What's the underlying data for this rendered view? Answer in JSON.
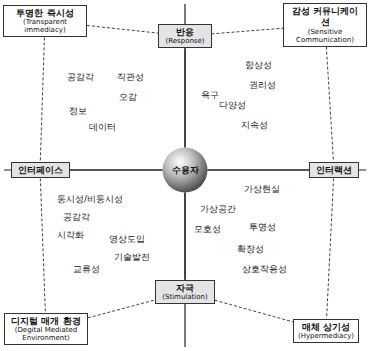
{
  "diagram": {
    "nodes": [
      {
        "text": [
          "투명한 즉시성",
          "(Transparent immediacy)"
        ]
      },
      {
        "text": [
          "반응",
          "(Response)"
        ]
      },
      {
        "text": [
          "감성 커뮤니케이션",
          "(Sensitive Communication)"
        ]
      },
      {
        "text": [
          "인터페이스"
        ]
      },
      {
        "text": [
          "수용자"
        ]
      },
      {
        "text": [
          "인터랙션"
        ]
      },
      {
        "text": [
          "자극",
          "(Stimulation)"
        ]
      },
      {
        "text": [
          "디지털 매개 환경",
          "(Degital Mediated Environment)"
        ]
      },
      {
        "text": [
          "매체 상기성",
          "(Hypermediacy)"
        ]
      }
    ],
    "edges": [
      {
        "from": 1,
        "to": 4,
        "arrow": "none"
      },
      {
        "from": 3,
        "to": 4,
        "arrow": "none"
      },
      {
        "from": 4,
        "to": 5,
        "arrow": "none"
      },
      {
        "from": 4,
        "to": 6,
        "arrow": "none"
      },
      {
        "from": 0,
        "to": 1,
        "arrow": "none"
      },
      {
        "from": 1,
        "to": 2,
        "arrow": "none"
      },
      {
        "from": 0,
        "to": 3,
        "arrow": "none"
      },
      {
        "from": 3,
        "to": 7,
        "arrow": "none"
      },
      {
        "from": 2,
        "to": 5,
        "arrow": "none"
      },
      {
        "from": 5,
        "to": 8,
        "arrow": "none"
      },
      {
        "from": 7,
        "to": 6,
        "arrow": "none"
      },
      {
        "from": 6,
        "to": 8,
        "arrow": "none"
      }
    ],
    "labels": [
      "공감각",
      "직관성",
      "오감",
      "정보",
      "데이터",
      "항상성",
      "욕구",
      "권리성",
      "다양성",
      "지속성",
      "동시성/비동시성",
      "공감각",
      "시각화",
      "영상도입",
      "기술발전",
      "교류성",
      "가상현실",
      "가상공간",
      "모호성",
      "투명성",
      "확장성",
      "상호작용성"
    ]
  }
}
